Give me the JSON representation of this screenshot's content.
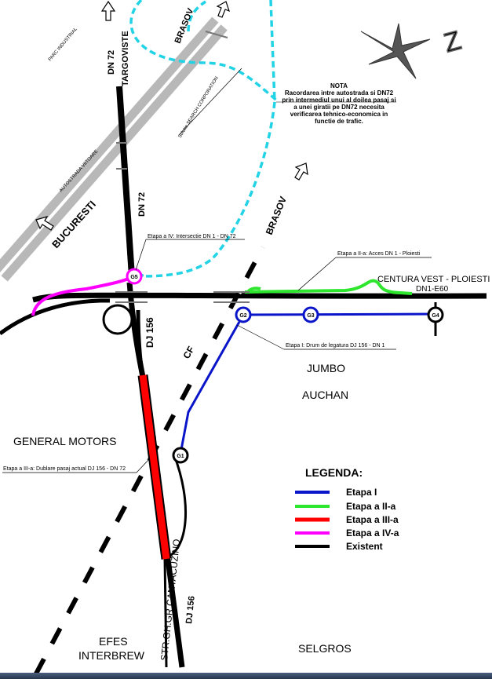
{
  "labels": {
    "dn72_targoviste_1": "DN 72",
    "dn72_targoviste_2": "TARGOVISTE",
    "parc_industrial": "PARC INDUSTRIAL",
    "brasov_top": "BRASOV",
    "solutia_search": "Solutie SEARCH CORPORATION",
    "autostrada_viitoare": "AUTOSTRADA VIITOARE",
    "bucuresti": "BUCURESTI",
    "dn72_mid": "DN 72",
    "brasov_mid": "BRASOV",
    "centura_vest": "CENTURA VEST -  PLOIESTI",
    "dn1_e60": "DN1-E60",
    "dj156_top": "DJ 156",
    "cf": "CF",
    "jumbo": "JUMBO",
    "auchan": "AUCHAN",
    "general_motors": "GENERAL MOTORS",
    "str_cantacuzino": "STR.GH.GR.CANTACUZINO",
    "dj156_bottom": "DJ 156",
    "efes": "EFES",
    "interbrew": "INTERBREW",
    "selgros": "SELGROS"
  },
  "note": {
    "title": "NOTA",
    "lines": [
      "Racordarea intre autostrada si DN72",
      "prin intermediul unui al doilea pasaj si",
      "a unei giratii pe DN72 necesita",
      "verificarea tehnico-economica in",
      "functie de trafic."
    ]
  },
  "callouts": {
    "etapa4": "Etapa a IV: Intersectie DN 1 - DN 72",
    "etapa2": "Etapa a II-a: Acces DN 1 - Ploiesti",
    "etapa1": "Etapa I: Drum de legatura DJ 156 - DN 1",
    "etapa3": "Etapa a III-a: Dublare pasaj actual DJ 156 - DN 72"
  },
  "nodes": {
    "g1": "G1",
    "g2": "G2",
    "g3": "G3",
    "g4": "G4",
    "g5": "G5"
  },
  "compass": {
    "label": "Z"
  },
  "legend": {
    "title": "LEGENDA:",
    "items": [
      {
        "label": "Etapa I",
        "color": "#0a14c8"
      },
      {
        "label": "Etapa a II-a",
        "color": "#2ee62e"
      },
      {
        "label": "Etapa a III-a",
        "color": "#ff0000"
      },
      {
        "label": "Etapa a IV-a",
        "color": "#ff00ff"
      },
      {
        "label": "Existent",
        "color": "#000000"
      }
    ]
  },
  "colors": {
    "etapa1": "#0a14c8",
    "etapa2": "#2ee62e",
    "etapa3": "#ff0000",
    "etapa4": "#ff00ff",
    "existent": "#000000",
    "planned_link": "#22d3e6",
    "motorway": "#b8b8b8"
  }
}
